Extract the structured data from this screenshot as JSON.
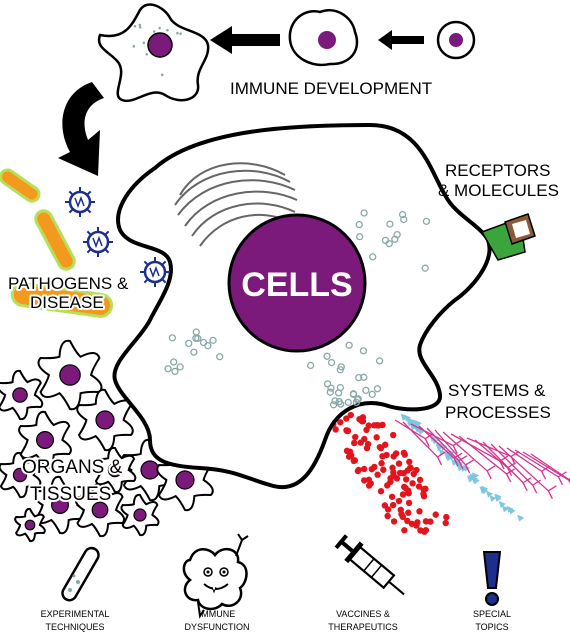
{
  "center": {
    "label": "CELLS"
  },
  "sections": {
    "immune_development": "IMMUNE DEVELOPMENT",
    "receptors_line1": "RECEPTORS",
    "receptors_line2": "& MOLECULES",
    "pathogens_line1": "PATHOGENS &",
    "pathogens_line2": "DISEASE",
    "systems_line1": "SYSTEMS &",
    "systems_line2": "PROCESSES",
    "organs_line1": "ORGANS &",
    "organs_line2": "TISSUES"
  },
  "bottom": [
    {
      "line1": "EXPERIMENTAL",
      "line2": "TECHNIQUES",
      "icon": "test-tube-icon"
    },
    {
      "line1": "IMMUNE",
      "line2": "DYSFUNCTION",
      "icon": "monster-cell-icon"
    },
    {
      "line1": "VACCINES &",
      "line2": "THERAPEUTICS",
      "icon": "syringe-icon"
    },
    {
      "line1": "SPECIAL",
      "line2": "TOPICS",
      "icon": "exclamation-icon"
    }
  ],
  "colors": {
    "nucleus": "#7b1a7b",
    "pathogen_orange": "#f39a1e",
    "pathogen_glow": "#b7e05a",
    "virus": "#1c2f8c",
    "receptor_green": "#3aa53a",
    "receptor_brown": "#8a5a3a",
    "red_dots": "#e3141b",
    "cyan_triangles": "#7fc7e0",
    "magenta_lines": "#d6338f",
    "organelle": "#8aa8a8"
  }
}
